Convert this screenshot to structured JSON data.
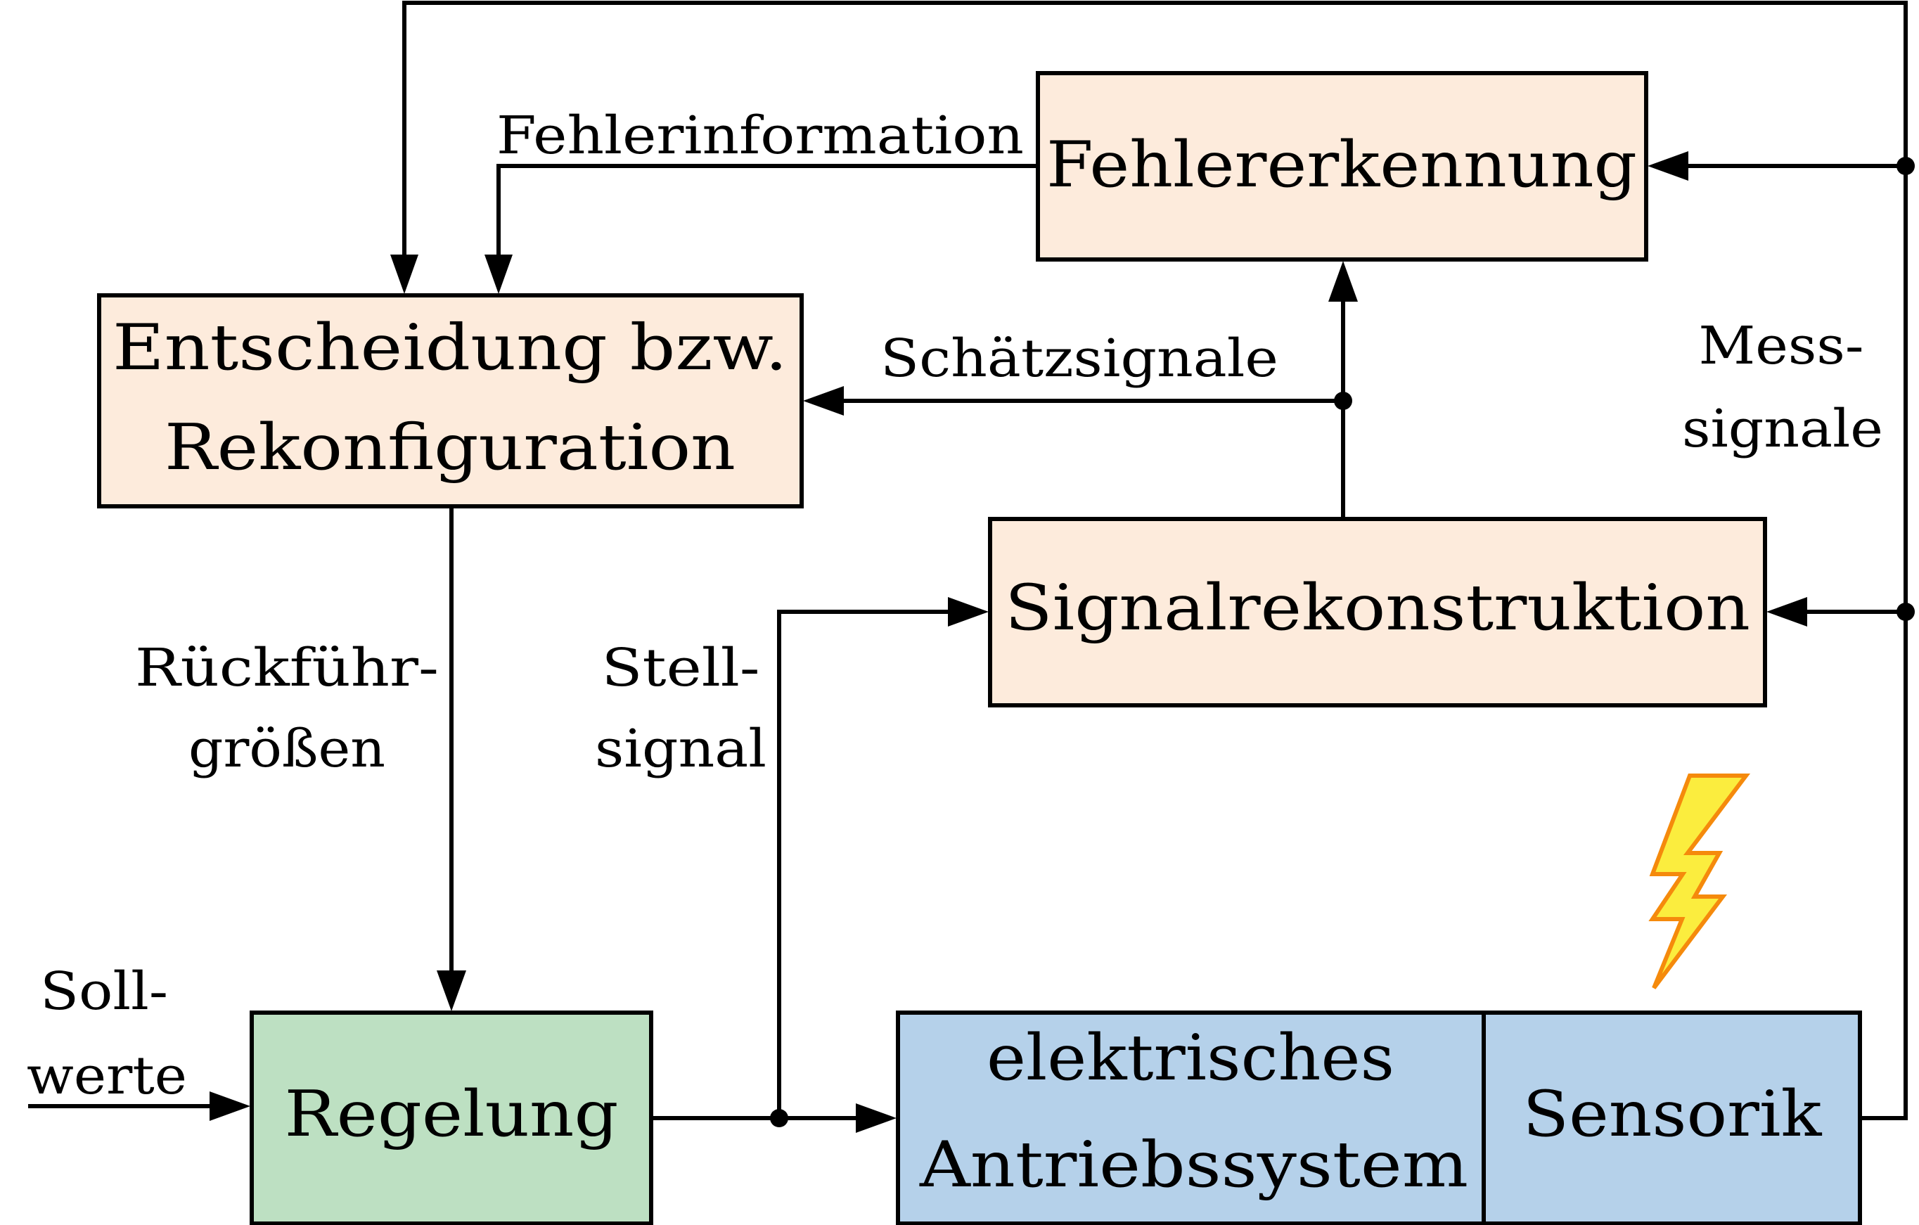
{
  "colors": {
    "supervision_block_fill": "#fdebdc",
    "controller_block_fill": "#bde0c2",
    "plant_block_fill": "#b5d1ea",
    "bolt_fill": "#fbed3e",
    "bolt_stroke": "#f58a0c",
    "line_color": "#000000"
  },
  "blocks": {
    "fehlererkennung": {
      "lines": [
        "Fehlererkennung"
      ]
    },
    "entscheidung": {
      "lines": [
        "Entscheidung bzw.",
        "Rekonfiguration"
      ]
    },
    "signalrekonstruktion": {
      "lines": [
        "Signalrekonstruktion"
      ]
    },
    "regelung": {
      "lines": [
        "Regelung"
      ]
    },
    "antriebssystem": {
      "lines": [
        "elektrisches",
        "Antriebssystem"
      ]
    },
    "sensorik": {
      "lines": [
        "Sensorik"
      ]
    }
  },
  "signals": {
    "fehlerinformation": {
      "lines": [
        "Fehlerinformation"
      ]
    },
    "schaetzsignale": {
      "lines": [
        "Schätzsignale"
      ]
    },
    "messsignale": {
      "lines": [
        "Mess-",
        "signale"
      ]
    },
    "rueckfuehrgroessen": {
      "lines": [
        "Rückführ-",
        "größen"
      ]
    },
    "stellsignal": {
      "lines": [
        "Stell-",
        "signal"
      ]
    },
    "sollwerte": {
      "lines": [
        "Soll-",
        "werte"
      ]
    }
  },
  "decorations": {
    "fault_indicator_icon": "lightning-bolt-icon"
  }
}
